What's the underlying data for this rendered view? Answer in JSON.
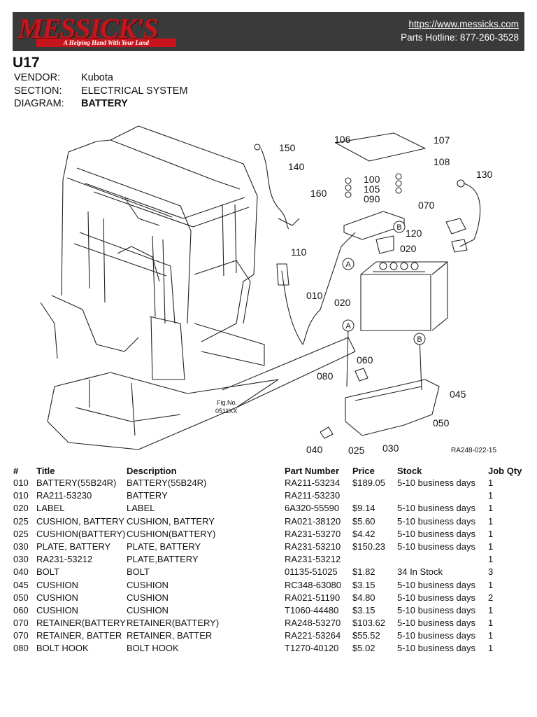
{
  "header": {
    "logo_text": "MESSICK'S",
    "logo_tagline": "A Helping Hand With Your Land",
    "url": "https://www.messicks.com",
    "hotline": "Parts Hotline: 877-260-3528"
  },
  "model": "U17",
  "meta": [
    {
      "label": "VENDOR:",
      "value": "Kubota",
      "bold": false
    },
    {
      "label": "SECTION:",
      "value": "ELECTRICAL SYSTEM",
      "bold": false
    },
    {
      "label": "DIAGRAM:",
      "value": "BATTERY",
      "bold": true
    }
  ],
  "diagram": {
    "callouts": [
      "106",
      "107",
      "108",
      "150",
      "140",
      "100",
      "105",
      "090",
      "070",
      "130",
      "160",
      "120",
      "110",
      "020",
      "010",
      "020",
      "060",
      "080",
      "045",
      "050",
      "040",
      "025",
      "030"
    ],
    "markers": [
      "A",
      "B",
      "A",
      "B"
    ],
    "fig_no": "Fig.No.",
    "fig_code": "0511XX",
    "ref_code": "RA248-022-15"
  },
  "table": {
    "headers": [
      "#",
      "Title",
      "Description",
      "Part Number",
      "Price",
      "Stock",
      "Job Qty"
    ],
    "rows": [
      [
        "010",
        "BATTERY(55B24R)",
        "BATTERY(55B24R)",
        "RA211-53234",
        "$189.05",
        "5-10 business days",
        "1"
      ],
      [
        "010",
        "RA211-53230",
        "BATTERY",
        "RA211-53230",
        "",
        "",
        "1"
      ],
      [
        "020",
        "LABEL",
        "LABEL",
        "6A320-55590",
        "$9.14",
        "5-10 business days",
        "1"
      ],
      [
        "025",
        "CUSHION, BATTERY",
        "CUSHION, BATTERY",
        "RA021-38120",
        "$5.60",
        "5-10 business days",
        "1"
      ],
      [
        "025",
        "CUSHION(BATTERY)",
        "CUSHION(BATTERY)",
        "RA231-53270",
        "$4.42",
        "5-10 business days",
        "1"
      ],
      [
        "030",
        "PLATE, BATTERY",
        "PLATE, BATTERY",
        "RA231-53210",
        "$150.23",
        "5-10 business days",
        "1"
      ],
      [
        "030",
        "RA231-53212",
        "PLATE,BATTERY",
        "RA231-53212",
        "",
        "",
        "1"
      ],
      [
        "040",
        "BOLT",
        "BOLT",
        "01135-51025",
        "$1.82",
        "34 In Stock",
        "3"
      ],
      [
        "045",
        "CUSHION",
        "CUSHION",
        "RC348-63080",
        "$3.15",
        "5-10 business days",
        "1"
      ],
      [
        "050",
        "CUSHION",
        "CUSHION",
        "RA021-51190",
        "$4.80",
        "5-10 business days",
        "2"
      ],
      [
        "060",
        "CUSHION",
        "CUSHION",
        "T1060-44480",
        "$3.15",
        "5-10 business days",
        "1"
      ],
      [
        "070",
        "RETAINER(BATTERY)",
        "RETAINER(BATTERY)",
        "RA248-53270",
        "$103.62",
        "5-10 business days",
        "1"
      ],
      [
        "070",
        "RETAINER, BATTER",
        "RETAINER, BATTER",
        "RA221-53264",
        "$55.52",
        "5-10 business days",
        "1"
      ],
      [
        "080",
        "BOLT HOOK",
        "BOLT HOOK",
        "T1270-40120",
        "$5.02",
        "5-10 business days",
        "1"
      ]
    ]
  }
}
